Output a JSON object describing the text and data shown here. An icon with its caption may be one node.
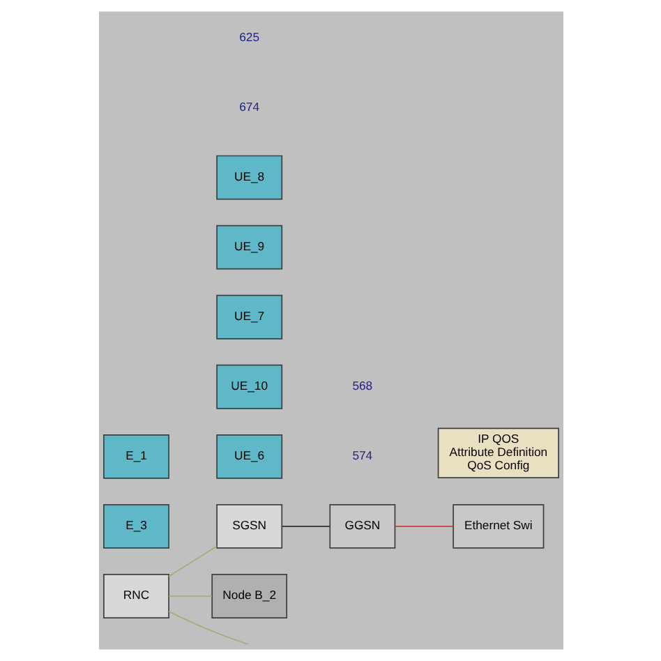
{
  "diagram": {
    "nodes": [
      {
        "text": [
          "RNC"
        ]
      },
      {
        "text": [
          "SGSN"
        ]
      },
      {
        "text": [
          "GGSN"
        ]
      },
      {
        "text": [
          "Ethernet Swi"
        ]
      },
      {
        "text": [
          "Node B_2"
        ]
      },
      {
        "text": [
          "E_3"
        ]
      },
      {
        "text": [
          "E_1"
        ]
      },
      {
        "text": [
          "UE_6"
        ]
      },
      {
        "text": [
          "UE_10"
        ]
      },
      {
        "text": [
          "UE_7"
        ]
      },
      {
        "text": [
          "UE_9"
        ]
      },
      {
        "text": [
          "UE_8"
        ]
      },
      {
        "text": [
          "IP QOS",
          "Attribute Definition",
          "QoS Config"
        ]
      }
    ],
    "edges": [
      {
        "from": 0,
        "to": 1,
        "arrow": "none",
        "color": "#a8a878"
      },
      {
        "from": 1,
        "to": 2,
        "arrow": "none",
        "color": "#303030"
      },
      {
        "from": 2,
        "to": 3,
        "arrow": "none",
        "color": "#c04040"
      },
      {
        "from": 0,
        "to": 4,
        "arrow": "none",
        "color": "#a8a878"
      },
      {
        "from": 0,
        "to": null,
        "arrow": "none",
        "color": "#a8a878"
      }
    ],
    "labels": [
      "674",
      "625",
      "574",
      "568"
    ]
  }
}
